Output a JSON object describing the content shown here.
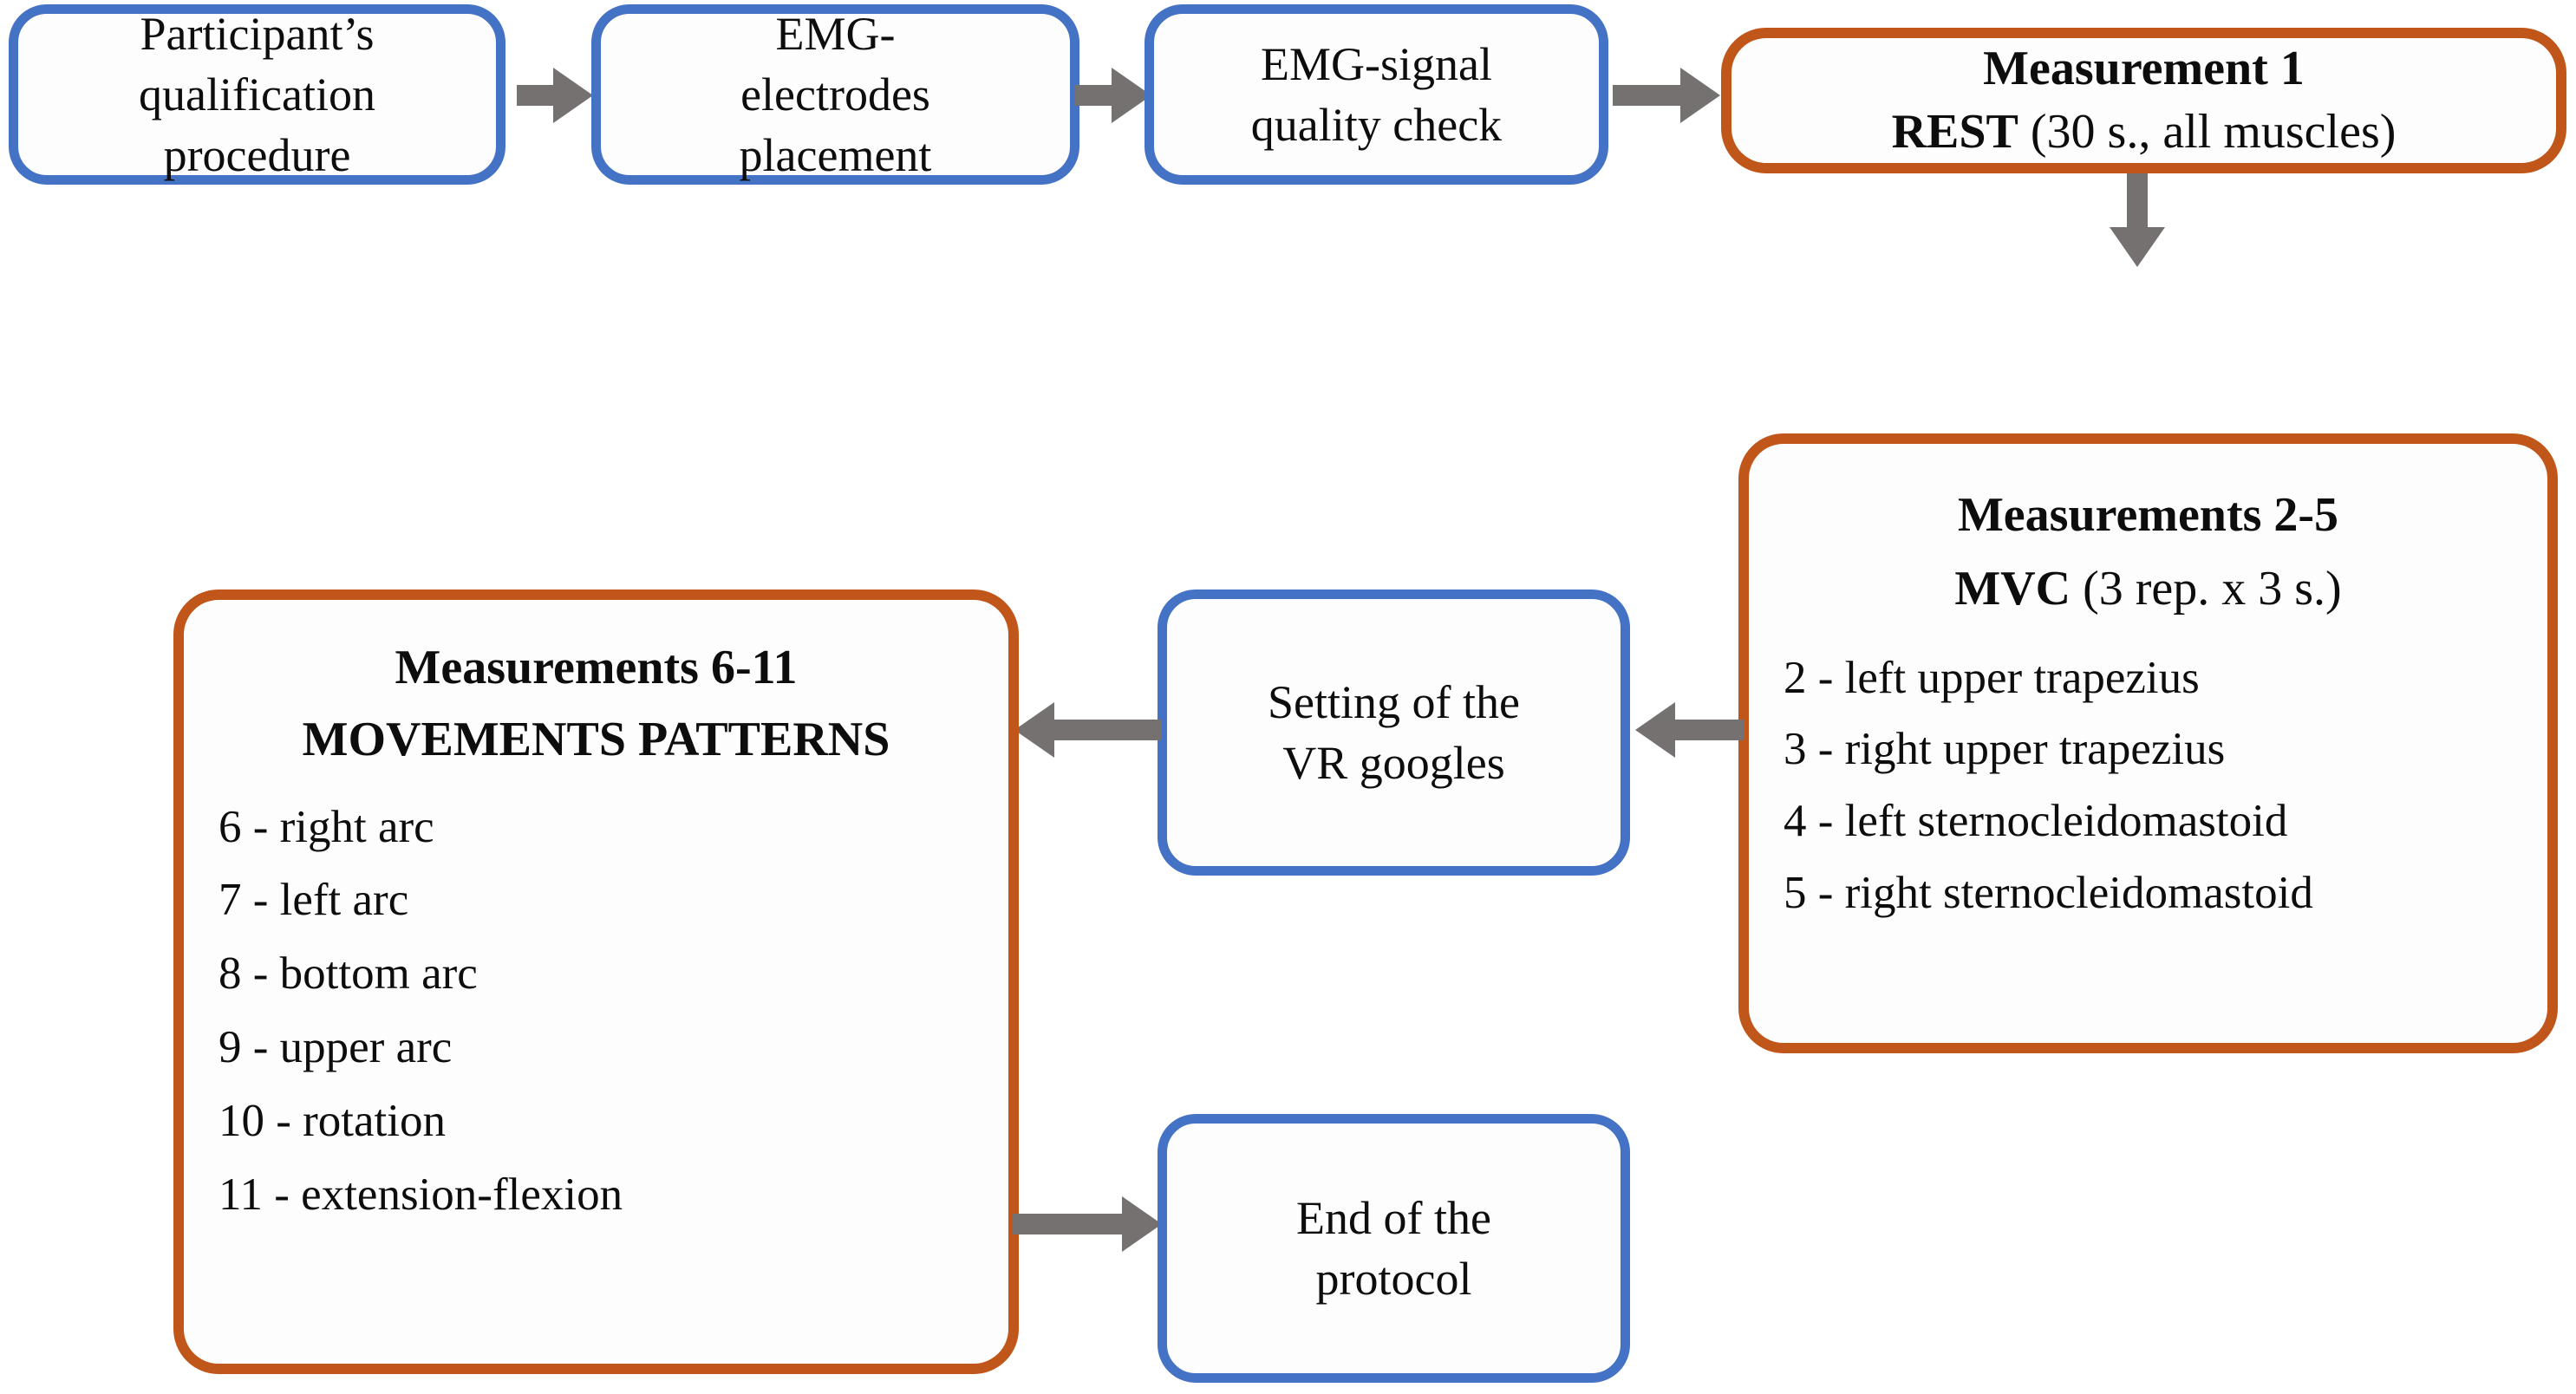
{
  "diagram": {
    "title": "EMG measurement protocol flowchart",
    "colors": {
      "blue_border": "#4472C4",
      "orange_border": "#C1561A",
      "arrow_gray": "#767171",
      "text": "#0D0D0D",
      "background": "#FFFFFF"
    },
    "nodes": {
      "participant_qualification": {
        "lines": [
          "Participant’s",
          "qualification",
          "procedure"
        ]
      },
      "emg_electrodes_placement": {
        "lines": [
          "EMG-",
          "electrodes",
          "placement"
        ]
      },
      "emg_signal_quality_check": {
        "lines": [
          "EMG-signal",
          "quality check"
        ]
      },
      "measurement_1": {
        "heading": "Measurement 1",
        "subheading_bold": "REST",
        "subheading_rest": " (30 s., all muscles)"
      },
      "measurements_2_5": {
        "heading": "Measurements 2-5",
        "subheading_bold": "MVC",
        "subheading_rest": " (3 rep. x 3 s.)",
        "items": [
          "2 - left upper trapezius",
          "3 - right upper trapezius",
          "4 - left sternocleidomastoid",
          "5 - right sternocleidomastoid"
        ]
      },
      "vr_googles_setting": {
        "lines": [
          "Setting of the",
          "VR googles"
        ]
      },
      "measurements_6_11": {
        "heading": "Measurements 6-11",
        "subheading": "MOVEMENTS PATTERNS",
        "items": [
          "6 - right arc",
          "7 - left arc",
          "8 - bottom arc",
          "9 - upper arc",
          "10 - rotation",
          "11 - extension-flexion"
        ]
      },
      "end_of_protocol": {
        "lines": [
          "End of the",
          "protocol"
        ]
      }
    },
    "arrows": [
      {
        "name": "arrow-qualification-to-electrodes",
        "direction": "right"
      },
      {
        "name": "arrow-electrodes-to-quality-check",
        "direction": "right"
      },
      {
        "name": "arrow-quality-check-to-measurement-1",
        "direction": "right"
      },
      {
        "name": "arrow-measurement-1-to-measurements-2-5",
        "direction": "down"
      },
      {
        "name": "arrow-measurements-2-5-to-vr-googles",
        "direction": "left"
      },
      {
        "name": "arrow-vr-googles-to-measurements-6-11",
        "direction": "left"
      },
      {
        "name": "arrow-measurements-6-11-to-end",
        "direction": "right"
      }
    ]
  }
}
